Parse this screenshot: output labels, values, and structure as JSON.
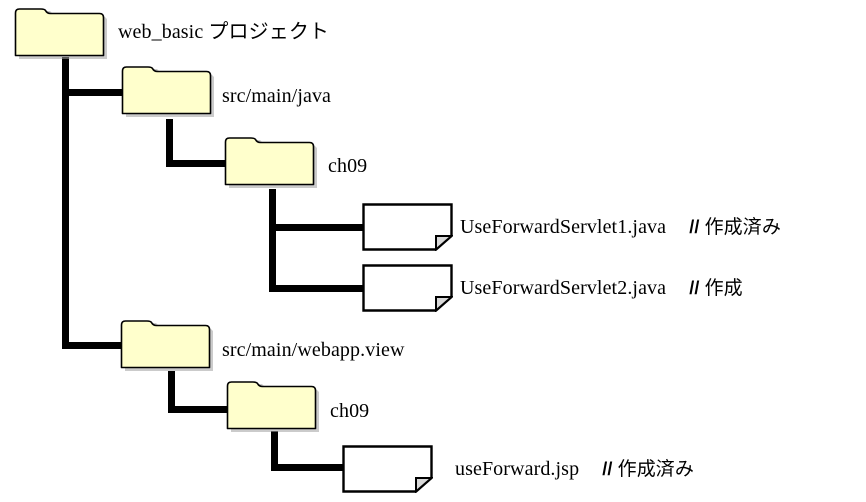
{
  "diagram": {
    "type": "file-tree",
    "title_node": "web_basic プロジェクト",
    "nodes": [
      {
        "id": "root",
        "kind": "folder",
        "icon": "folder-icon",
        "label": "web_basic プロジェクト",
        "comment": "",
        "depth": 0
      },
      {
        "id": "src-main-java",
        "kind": "folder",
        "icon": "folder-icon",
        "label": "src/main/java",
        "comment": "",
        "depth": 1
      },
      {
        "id": "ch09-java",
        "kind": "folder",
        "icon": "folder-icon",
        "label": "ch09",
        "comment": "",
        "depth": 2
      },
      {
        "id": "useforwardservlet1",
        "kind": "file",
        "icon": "file-icon",
        "label": "UseForwardServlet1.java",
        "comment_slash": "//",
        "comment": "作成済み",
        "depth": 3
      },
      {
        "id": "useforwardservlet2",
        "kind": "file",
        "icon": "file-icon",
        "label": "UseForwardServlet2.java",
        "comment_slash": "//",
        "comment": "作成",
        "depth": 3
      },
      {
        "id": "src-main-webapp-view",
        "kind": "folder",
        "icon": "folder-icon",
        "label": "src/main/webapp.view",
        "comment": "",
        "depth": 1
      },
      {
        "id": "ch09-webapp",
        "kind": "folder",
        "icon": "folder-icon",
        "label": "ch09",
        "comment": "",
        "depth": 2
      },
      {
        "id": "useforward-jsp",
        "kind": "file",
        "icon": "file-icon",
        "label": "useForward.jsp",
        "comment_slash": "//",
        "comment": "作成済み",
        "depth": 3
      }
    ],
    "colors": {
      "folder_fill": "#ffffcc",
      "folder_stroke": "#000000",
      "folder_shadow": "#a0a0a0",
      "file_fill": "#ffffff",
      "file_stroke": "#000000",
      "file_fold": "#d9d9d9",
      "connector": "#000000",
      "text": "#000000",
      "background": "#ffffff"
    }
  }
}
